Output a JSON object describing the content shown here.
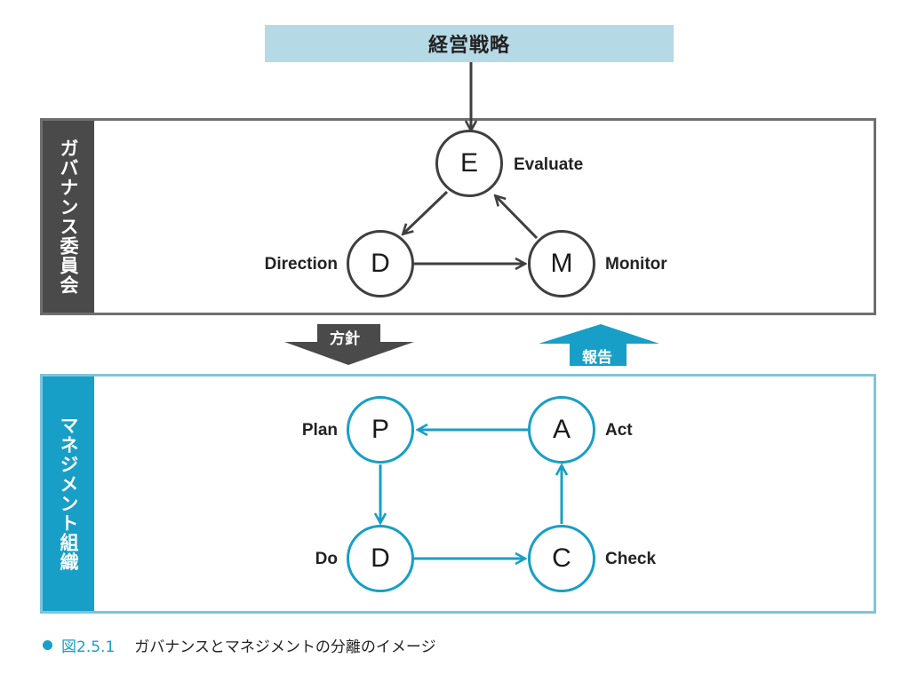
{
  "strategy": {
    "label": "経営戦略"
  },
  "governance": {
    "label": "ガバナンス委員会",
    "nodes": {
      "evaluate": {
        "letter": "E",
        "label": "Evaluate"
      },
      "direction": {
        "letter": "D",
        "label": "Direction"
      },
      "monitor": {
        "letter": "M",
        "label": "Monitor"
      }
    }
  },
  "transfer": {
    "down_label": "方針",
    "up_label": "報告"
  },
  "management": {
    "label": "マネジメント組織",
    "nodes": {
      "plan": {
        "letter": "P",
        "label": "Plan"
      },
      "act": {
        "letter": "A",
        "label": "Act"
      },
      "do": {
        "letter": "D",
        "label": "Do"
      },
      "check": {
        "letter": "C",
        "label": "Check"
      }
    }
  },
  "caption": {
    "figure_number": "図2.5.1",
    "text": "ガバナンスとマネジメントの分離のイメージ"
  },
  "colors": {
    "governance_border": "#6f6f6f",
    "governance_dark": "#4a4a4a",
    "management_blue": "#179fc7",
    "management_border": "#7ec4dc",
    "strategy_fill": "#b6d9e6"
  }
}
